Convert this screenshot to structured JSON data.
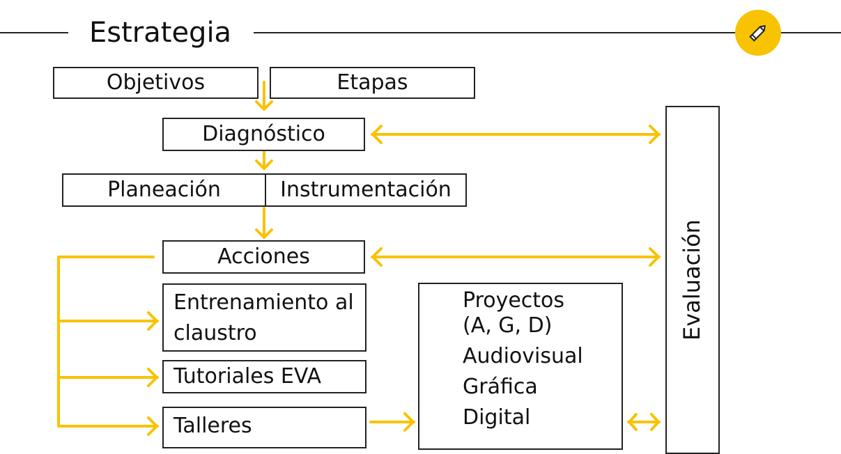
{
  "slide": {
    "title": "Estrategia",
    "badge_icon": "pencil-icon",
    "accent_color": "#f8c302"
  },
  "diagram": {
    "objetivos": "Objetivos",
    "etapas": "Etapas",
    "diagnostico": "Diagnóstico",
    "planeacion": "Planeación",
    "instrumentacion": "Instrumentación",
    "acciones": "Acciones",
    "entrenamiento": "Entrenamiento al claustro",
    "tutoriales": "Tutoriales EVA",
    "talleres": "Talleres",
    "proyectos": {
      "title_line1": "Proyectos",
      "title_line2": "(A, G, D)",
      "items": [
        "Audiovisual",
        "Gráfica",
        "Digital"
      ]
    },
    "evaluacion": "Evaluación"
  }
}
